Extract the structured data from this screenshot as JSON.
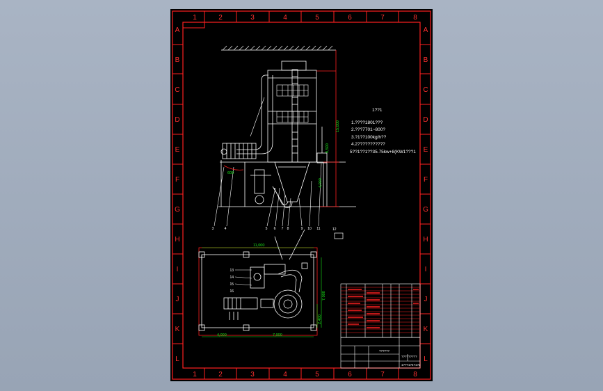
{
  "colors": {
    "background": "#a3aebd",
    "sheet": "#000000",
    "border": "#ff2020",
    "lines": "#ffffff",
    "dimension": "#19e619",
    "label_text": "#ffffff"
  },
  "border": {
    "columns": [
      "1",
      "2",
      "3",
      "4",
      "5",
      "6",
      "7",
      "8"
    ],
    "rows": [
      "A",
      "B",
      "C",
      "D",
      "E",
      "F",
      "G",
      "H",
      "I",
      "J",
      "K",
      "L"
    ]
  },
  "notes": {
    "heading": "1??1",
    "lines": [
      "1.????1801???",
      "2.???7701~800?",
      "3.?1??100kg/h??",
      "4.2???????????",
      "5??1??1??35.75kw+8(KW1???1"
    ]
  },
  "dimensions": {
    "height_main": "15,000",
    "height_upper": "8,500",
    "height_lower": "4,000",
    "plan_width": "11,000",
    "plan_depth": "7,000",
    "plan_left": "4,000",
    "plan_mid": "7,000",
    "plan_right": "2,400",
    "elev_small": "600"
  },
  "part_labels": [
    "3",
    "4",
    "5",
    "6",
    "7",
    "8",
    "9",
    "10",
    "11",
    "12",
    "13",
    "14",
    "15",
    "16"
  ],
  "title_block": {
    "title": "?????????",
    "drawing_no": "1???1?4?1?2",
    "scale_label": "??????"
  }
}
